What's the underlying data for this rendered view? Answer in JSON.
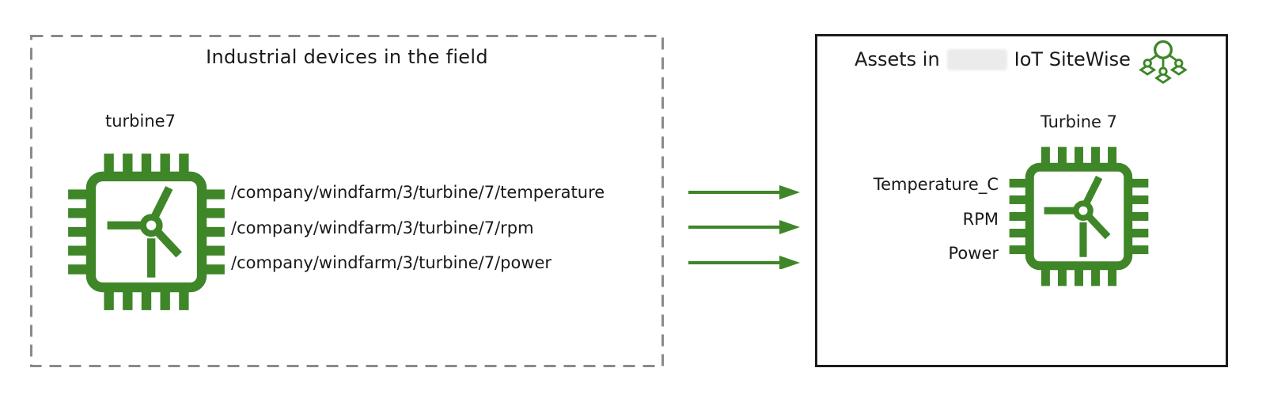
{
  "colors": {
    "accent_green": "#3E8627",
    "box_border_dark": "#1C1C1C",
    "dashed_border_gray": "#8A8A8A",
    "redaction_gray": "#EBEBEB",
    "text": "#1A1A1A"
  },
  "left_panel": {
    "title": "Industrial devices in the field",
    "device": {
      "name": "turbine7",
      "icon": "turbine-chip",
      "mqtt_topics": [
        "/company/windfarm/3/turbine/7/temperature",
        "/company/windfarm/3/turbine/7/rpm",
        "/company/windfarm/3/turbine/7/power"
      ]
    }
  },
  "flow": {
    "arrow_count": 3,
    "direction": "left-to-right"
  },
  "right_panel": {
    "title": {
      "prefix": "Assets in",
      "redacted": true,
      "suffix": "IoT SiteWise"
    },
    "icon": "asset-hierarchy",
    "asset": {
      "name": "Turbine 7",
      "icon": "turbine-chip",
      "properties": [
        "Temperature_C",
        "RPM",
        "Power"
      ]
    }
  }
}
